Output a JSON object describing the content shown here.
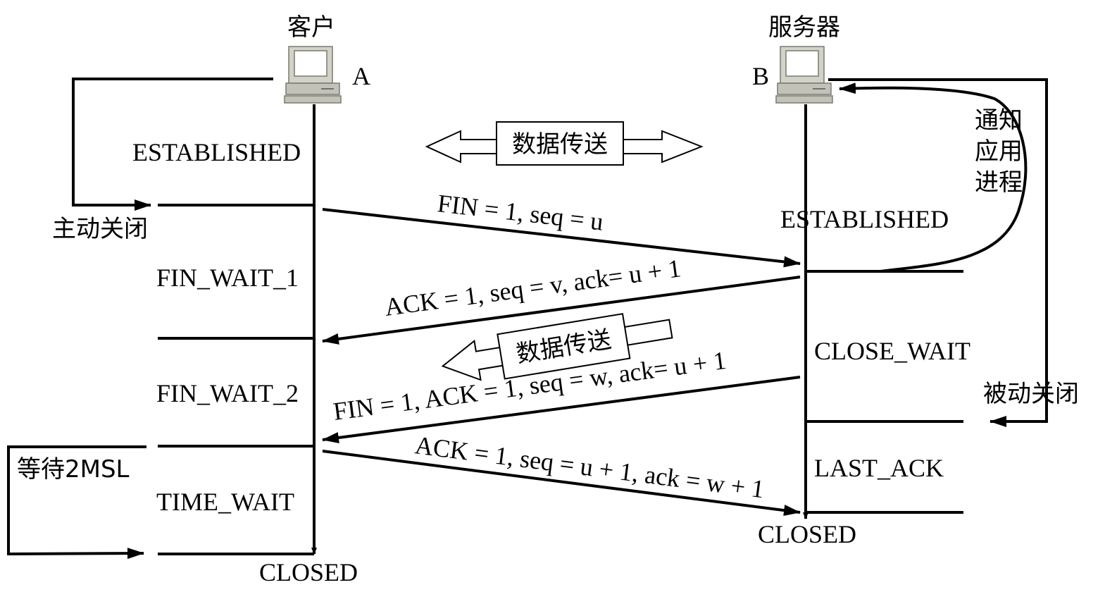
{
  "client": {
    "title": "客户",
    "label": "A"
  },
  "server": {
    "title": "服务器",
    "label": "B"
  },
  "client_states": {
    "established": "ESTABLISHED",
    "fin_wait_1": "FIN_WAIT_1",
    "fin_wait_2": "FIN_WAIT_2",
    "time_wait": "TIME_WAIT",
    "closed": "CLOSED"
  },
  "server_states": {
    "established": "ESTABLISHED",
    "close_wait": "CLOSE_WAIT",
    "last_ack": "LAST_ACK",
    "closed": "CLOSED"
  },
  "annotations": {
    "active_close": "主动关闭",
    "passive_close": "被动关闭",
    "wait_2msl": "等待2MSL",
    "notify_app": [
      "通知",
      "应用",
      "进程"
    ]
  },
  "data_transfer": "数据传送",
  "messages": {
    "fin1": "FIN = 1, seq = u",
    "ack1": "ACK = 1, seq = v, ack= u + 1",
    "fin2": "FIN = 1, ACK = 1, seq = w, ack= u + 1",
    "ack2": "ACK = 1, seq = u + 1, ack = w + 1"
  }
}
